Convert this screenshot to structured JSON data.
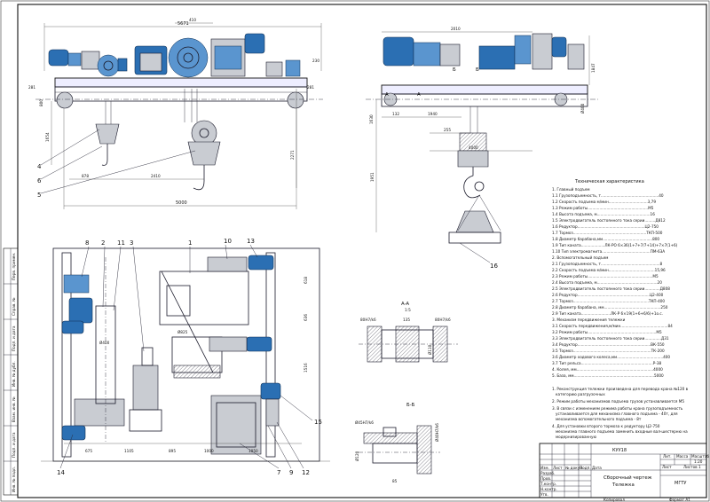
{
  "callouts_top": [
    "4",
    "6",
    "5"
  ],
  "callouts_plan": [
    "8",
    "2",
    "3",
    "1",
    "10",
    "13",
    "15",
    "12",
    "7",
    "9",
    "14",
    "11"
  ],
  "callout_side": "16",
  "dims_top": {
    "overall": "5671",
    "d410": "410",
    "d230": "230",
    "d281a": "281",
    "d281b": "281",
    "d1654": "1654",
    "d2271": "2271",
    "d878": "878",
    "d2410": "2410",
    "d5000": "5000",
    "d800": "800"
  },
  "dims_side": {
    "d2010": "2010",
    "d1847": "1847",
    "d1940": "1940",
    "d132": "132",
    "d255": "255",
    "d4000": "4000",
    "d1951": "1951",
    "d400": "Ø400",
    "d1630": "1630"
  },
  "dims_plan": {
    "d675": "675",
    "d1105": "1105",
    "d895": "895",
    "d1000": "1000",
    "d1050": "1050",
    "d825": "Ø825",
    "d400": "Ø400",
    "d1516": "1516",
    "d618": "618",
    "d636": "636"
  },
  "sections": {
    "aa_title": "A-A",
    "aa_scale": "1:5",
    "aa_fit1": "80H7/k6",
    "aa_fit2": "80H7/k6",
    "aa_d135": "135",
    "aa_d110": "Ø110",
    "bb_title": "Б-Б",
    "bb_fit1": "Ø45H7/k6",
    "bb_fit2": "Ø40H7/k6",
    "bb_d120": "Ø120",
    "bb_d85": "85"
  },
  "section_markers": [
    "А",
    "А",
    "Б",
    "Б"
  ],
  "specs_title": "Техническая характеристика",
  "specs": [
    "1. Главный подъем",
    "1.1 Грузоподъемность, т.................................................40",
    "1.2 Скорость подъема м/мин.................................3,79",
    "1.3 Режим работы...................................................М5",
    "1.4 Высота подъема, м.............................................16",
    "1.5 Электродвигатель постоянного тока серии.........Д812",
    "1.6 Редуктор.........................................................Ц2-750",
    "1.7 Тормоз..............................................................ТКП-500",
    "1.8 Диаметр барабана,мм..........................................800",
    "1.9 Тип каната....................ЛК-РО 6×36(1+7+7/7+14)+7×7(1+6)",
    "1.10 Тип электромагнита.........................................ПМ-63А",
    "2. Вспомогательный подъем",
    "2.1 Грузоподъемность, т..................................................8",
    "2.2 Скорость подъема м/мин.......................................15,96",
    "2.3 Режим работы.......................................................М5",
    "2.4 Высота подъема, м...................................................20",
    "2.5 Электродвигатель постоянного тока серии.............Д808",
    "2.6 Редуктор.............................................................Ц2-400",
    "2.7 Тормоз................................................................ТКП-400",
    "2.8 Диаметр барабана, мм................................................250",
    "2.9 Тип каната.........................ЛК-Р 6×19(1+6+6/6)+1о.с.",
    "3. Механизм передвижения тележки",
    "3.1 Скорость передвижения,м/мин........................................84",
    "3.2 Режим работы..........................................................М5",
    "3.3 Электродвигатель постоянного тока серии..............Д31",
    "3.4 Редуктор..............................................................ВК-550",
    "3.5 Тормоз..................................................................ТК-200",
    "3.6 Диаметр ходового колеса,мм.......................................400",
    "3.7 Тип рельса.............................................................Р-38",
    "4. Колея, мм.................................................................4000",
    "5. База, мм....................................................................5000"
  ],
  "notes": [
    "1. Реконструкция тележки произведена для перевода крана №120 в",
    "категорию разгрузочных",
    "2. Режим работы механизмов подъема грузов устанавливается М5",
    "3. В связи с изменением режима работы крана грузоподъемность",
    "устанавливается для механизма главного подъема - 40т, для",
    "механизма вспомогательного подъема - 8т",
    "4. Для установки второго тормоза к редуктору Ц2-750",
    "механизма главного подъема заменить входные вал-шестерню на",
    "модернизированную"
  ],
  "title_block": {
    "title": "Сборочный чертеж",
    "subtitle": "Тележка",
    "org": "МГТУ",
    "sheet_id": "КУУ18",
    "lit_label": "Лит.",
    "mass_label": "Масса",
    "scale_label": "Масштаб",
    "scale": "1:20",
    "sheet_label": "Лист",
    "sheets_label": "Листов 1",
    "row_labels": [
      "Изм.",
      "Лист",
      "№ докум.",
      "Подп.",
      "Дата",
      "Разраб.",
      "Пров.",
      "Т.контр.",
      "Н.контр.",
      "Утв."
    ],
    "copied": "Копировал",
    "format": "Формат   А1"
  },
  "margin_labels": [
    "Перв. примен.",
    "Справ. №",
    "Подп. и дата",
    "Инв. № дубл.",
    "Взам. инв. №",
    "Подп. и дата",
    "Инв. № подл."
  ]
}
